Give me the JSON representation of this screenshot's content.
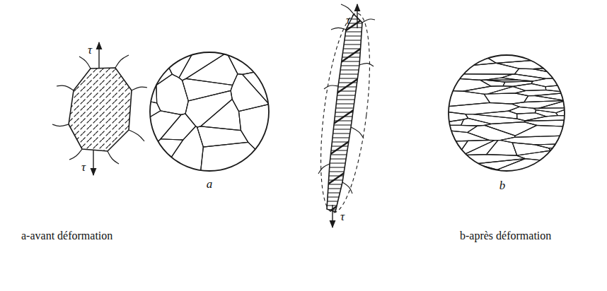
{
  "diagram": {
    "labels": [
      "τ",
      "τ",
      "a",
      "τ",
      "τ",
      "b",
      "a-avant déformation",
      "b-après déformation"
    ]
  }
}
